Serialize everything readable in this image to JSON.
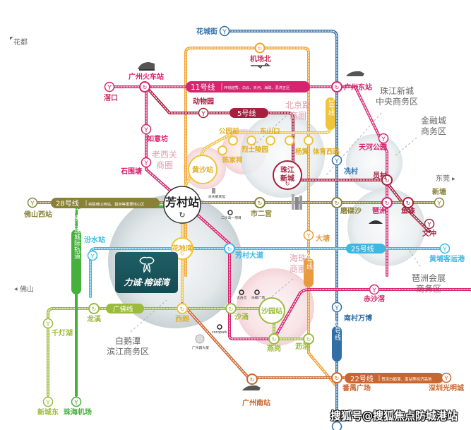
{
  "map": {
    "title": "广州地铁区位图",
    "colors": {
      "line11": "#d6246e",
      "line5": "#a5203f",
      "line1": "#f0c43c",
      "line3": "#e89a3c",
      "line18": "#2f6fa6",
      "line22": "#c8662f",
      "line25": "#3db7e4",
      "line28": "#8a8138",
      "guangfo": "#9cbb3c",
      "intercity": "#45b03c",
      "apm": "#c0345e",
      "line2": "#d7317d",
      "airport": "#f0a030",
      "line7": "#b6c13c",
      "zone_text": "#666666",
      "biz_circle_text": "#e0a0ad"
    },
    "external_directions": [
      {
        "name": "huadu",
        "label": "花都",
        "arrow": "◤"
      },
      {
        "name": "foshan",
        "label": "佛山",
        "arrow": "◀"
      },
      {
        "name": "dongguan",
        "label": "东莞",
        "arrow": "▶"
      }
    ],
    "line_badges": {
      "line11": {
        "label": "11号线",
        "desc": "环绕越秀、白云、天河、海珠、荔湾五区"
      },
      "line5": {
        "label": "5号线"
      },
      "line1": {
        "label": "1号线"
      },
      "line3": {
        "label": "3号线"
      },
      "line18": {
        "label": "18号线"
      },
      "line22": {
        "label": "22号线",
        "desc": "贯连白鹅潭、南站等经济高地"
      },
      "line25": {
        "label": "25号线"
      },
      "line28": {
        "label": "28号线",
        "desc": "串联佛山西站、琶洲等重要核心区"
      },
      "guangfo": {
        "label": "广佛线"
      },
      "intercity": {
        "label": "广佛江珠城际轨道"
      }
    },
    "stations": {
      "huachengjie": "花城街",
      "jichangbei": "机场北",
      "guangzhou_huochezhan": "广州火车站",
      "jiaokou": "滘口",
      "guangzhou_dongzhan": "广州东站",
      "dongwuyuan": "动物园",
      "gongyuanqian": "公园前",
      "dongshankou": "东山口",
      "lieshilingyuan": "烈士陵园",
      "chenjiaci": "陈家祠",
      "yangji": "杨箕",
      "tiyuxilu": "体育西路",
      "tianhegongyuan": "天河公园",
      "ruyifang": "如意坊",
      "shiweitang": "石围塘",
      "huangshazhan": "黄沙站",
      "zhujiangxincheng": "珠江新城",
      "xiancun": "冼村",
      "yuancun": "员村",
      "fangcunzhan": "芳村站",
      "foshanxizhan": "佛山西站",
      "shiergong": "市二宫",
      "mochasha": "磨碟沙",
      "pazhou": "琶洲",
      "yuzhu": "鱼珠",
      "xintang": "新塘",
      "wenchong": "文冲",
      "fenshuizhan": "汾水站",
      "huadiwan": "花地湾",
      "fangcundadao": "芳村大道",
      "datang": "大塘",
      "huangpukeyungang": "黄埔客运港",
      "longxi": "龙溪",
      "xilang": "西朗",
      "shachong": "沙涌",
      "shayuanzhan": "沙园站",
      "yangang": "燕岗",
      "liwei": "沥滘",
      "chishakou": "赤沙滘",
      "nancunwanbo": "南村万博",
      "qiandenghu": "千灯湖",
      "xinchengdong": "新城东",
      "zhuhaijichang": "珠海机场",
      "guangzhou_nanzhan": "广州南站",
      "panyuguangchang": "番禺广场",
      "shenzhenguangmingcheng": "深圳光明城"
    },
    "landmarks": {
      "baitiane": "白天鹅宾馆",
      "ersha": "二沙岛一项目",
      "taigucang": "太古仓",
      "lefeng": "乐峰广场",
      "cocopark": "cocopark",
      "guangzhouyuan": "广州圆大厦"
    },
    "zones": {
      "zhujiang_cbd": [
        "珠江新城",
        "中央商务区"
      ],
      "jinrongcheng": [
        "金融城",
        "商务区"
      ],
      "beijinglu": [
        "北京路",
        "商圈"
      ],
      "laoxiguan": [
        "老西关",
        "商圈"
      ],
      "haizhu": [
        "海珠",
        "商圈"
      ],
      "pazhou_expo": [
        "琶洲会展",
        "商务区"
      ],
      "baietan": [
        "白鹅潭",
        "滨江商务区"
      ]
    },
    "project": {
      "name": "力诚·榕诚湾"
    },
    "watermark": "搜狐号@搜狐焦点防城港站"
  }
}
